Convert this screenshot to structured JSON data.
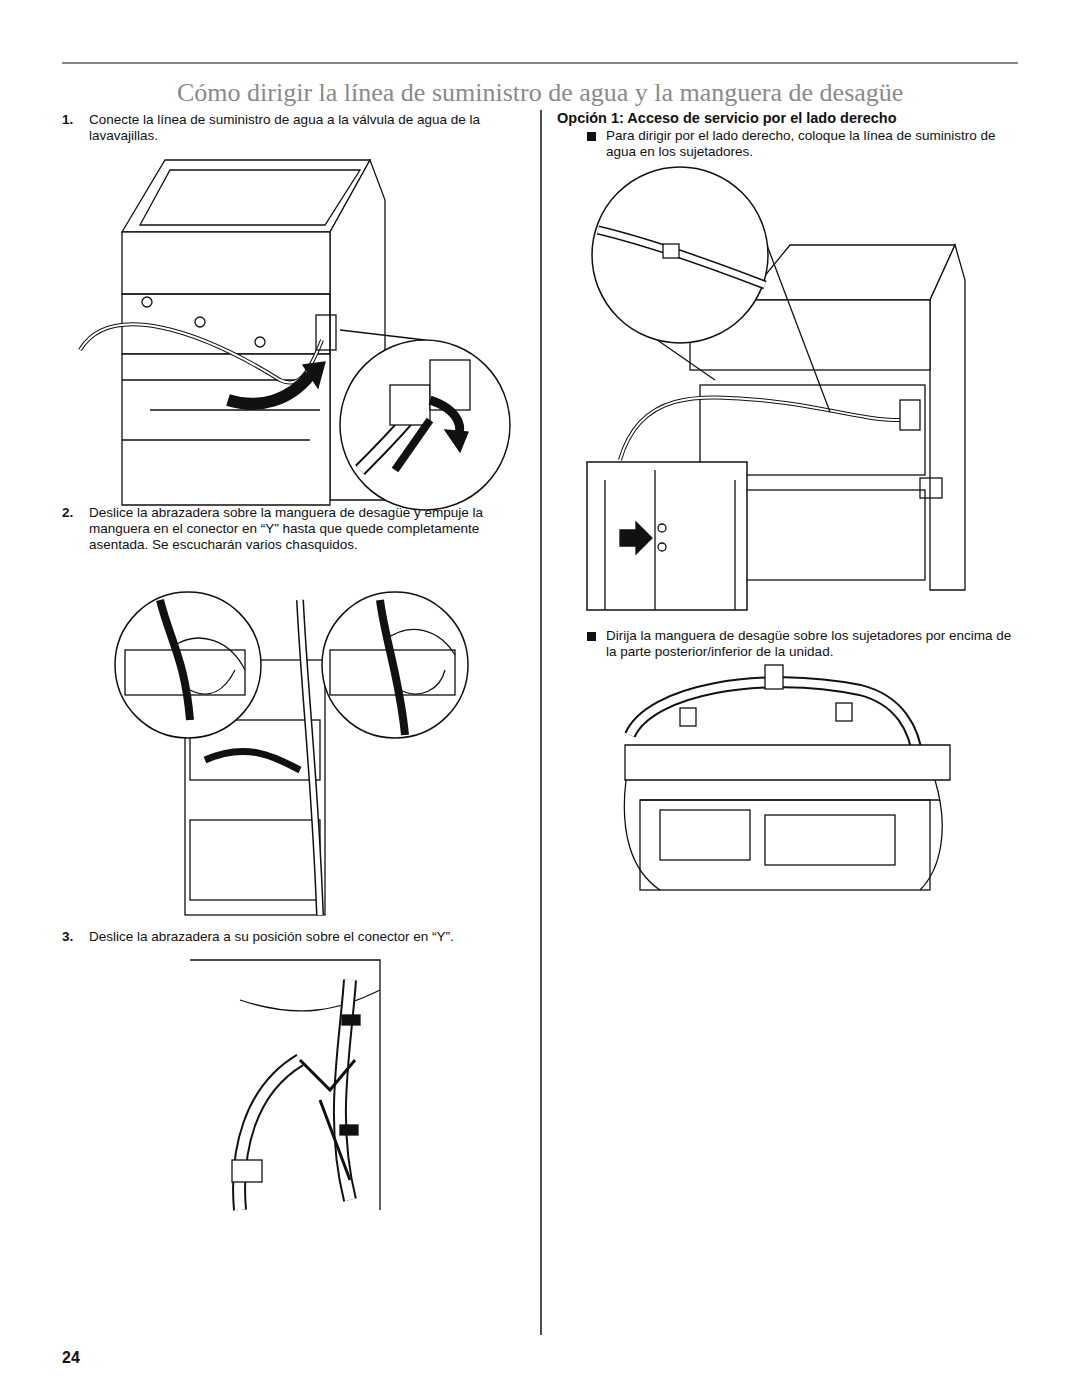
{
  "diagram": {
    "title": "Cómo dirigir la línea de suministro de agua y la manguera de desagüe",
    "labels": [
      "1.",
      "Conecte la línea de suministro de agua a la válvula de agua de la lavavajillas.",
      "2.",
      "Deslice la abrazadera sobre la manguera de desagüe y empuje la manguera en el conector en “Y” hasta que quede completamente asentada. Se escucharán varios chasquidos.",
      "3.",
      "Deslice la abrazadera a su posición sobre el conector en “Y”.",
      "Opción 1: Acceso de servicio por el lado derecho",
      "Para dirigir por el lado derecho, coloque la línea de suministro de agua en los sujetadores.",
      "Dirija la manguera de desagüe sobre los sujetadores por encima de la parte posterior/inferior de la unidad.",
      "24"
    ]
  }
}
